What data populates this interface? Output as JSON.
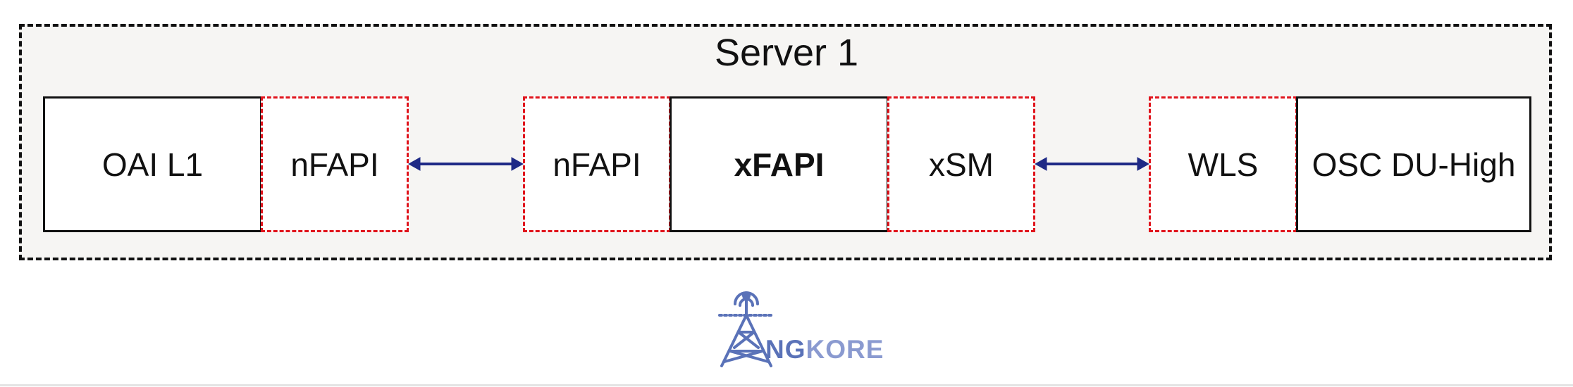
{
  "diagram": {
    "server_label": "Server 1",
    "blocks": {
      "oai_l1": "OAI L1",
      "nfapi_left": "nFAPI",
      "nfapi_mid": "nFAPI",
      "xfapi": "xFAPI",
      "xsm": "xSM",
      "wls": "WLS",
      "osc_du_high": "OSC DU-High"
    },
    "colors": {
      "interface_border": "#e0141c",
      "arrow": "#1f2a86",
      "component_border": "#111111",
      "server_fill": "#f6f5f3",
      "logo": "#5a72b8"
    }
  },
  "logo": {
    "text_part1": "NG",
    "text_part2": "KORE",
    "icon": "radio-tower-icon"
  }
}
